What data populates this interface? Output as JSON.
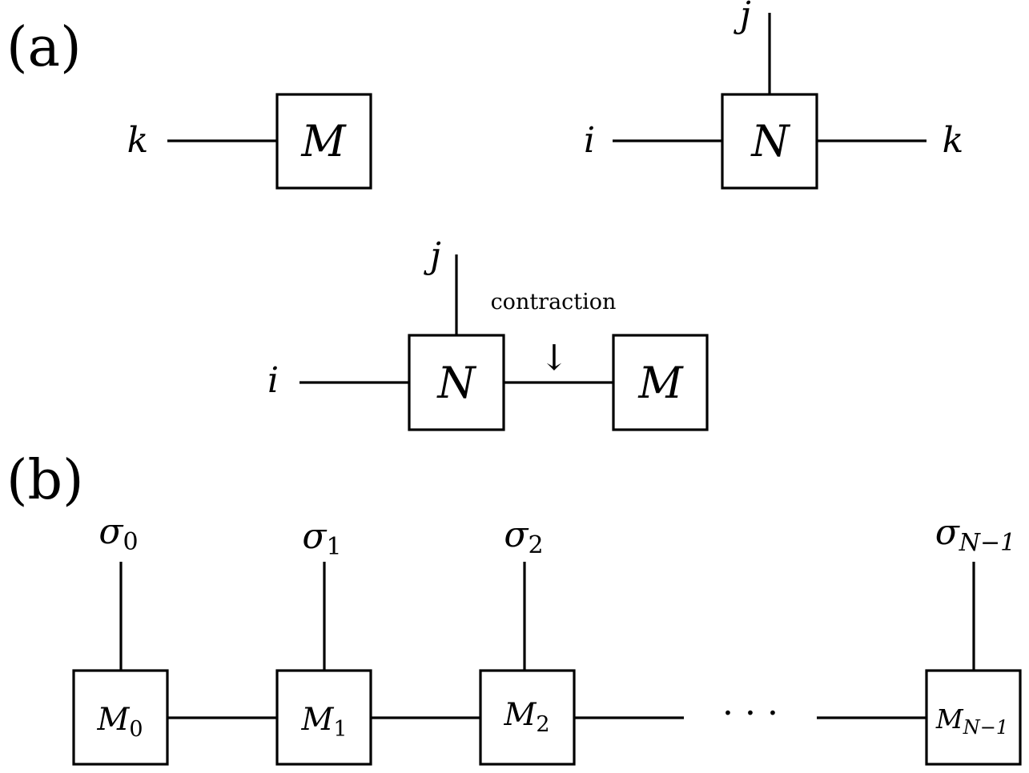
{
  "panel_a": {
    "label": "(a)",
    "tensor_m": {
      "name": "M",
      "leg_left": "k"
    },
    "tensor_n": {
      "name": "N",
      "leg_left": "i",
      "leg_top": "j",
      "leg_right": "k"
    },
    "contracted": {
      "left_name": "N",
      "right_name": "M",
      "leg_left": "i",
      "leg_top": "j",
      "note": "contraction",
      "arrow": "↓"
    }
  },
  "panel_b": {
    "label": "(b)",
    "ellipsis": "· · ·",
    "sites": [
      {
        "box": "M",
        "box_sub": "0",
        "sigma": "σ",
        "sigma_sub": "0"
      },
      {
        "box": "M",
        "box_sub": "1",
        "sigma": "σ",
        "sigma_sub": "1"
      },
      {
        "box": "M",
        "box_sub": "2",
        "sigma": "σ",
        "sigma_sub": "2"
      },
      {
        "box": "M",
        "box_sub": "N−1",
        "sigma": "σ",
        "sigma_sub": "N−1"
      }
    ]
  }
}
